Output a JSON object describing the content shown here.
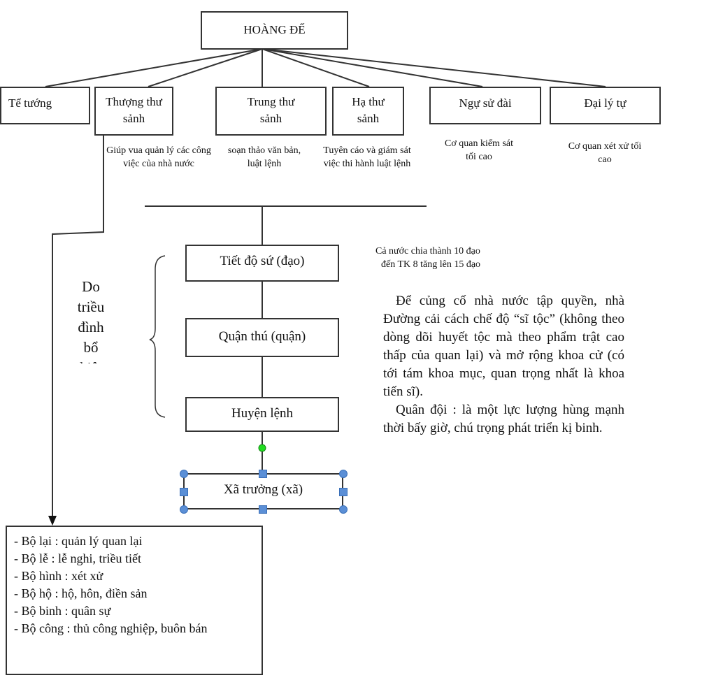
{
  "root": "HOÀNG ĐẾ",
  "departments": [
    {
      "name": "Tể tướng",
      "desc": ""
    },
    {
      "name": "Thượng thư sảnh",
      "desc": "Giúp vua quản lý các công việc của nhà nước"
    },
    {
      "name": "Trung thư sảnh",
      "desc": "soạn thảo văn bản, luật lệnh"
    },
    {
      "name": "Hạ thư sảnh",
      "desc": "Tuyên cáo và giám sát việc thi hành luật lệnh"
    },
    {
      "name": "Ngự sử đài",
      "desc": "Cơ quan kiểm sát tối cao"
    },
    {
      "name": "Đại lý tự",
      "desc": "Cơ quan xét xử tối cao"
    }
  ],
  "local_levels": [
    "Tiết độ sứ (đạo)",
    "Quận thú (quận)",
    "Huyện lệnh",
    "Xã trưởng (xã)"
  ],
  "appointed_note": "Do triều đình bổ nhiệm",
  "dao_note": [
    "Cả nước chia thành 10 đạo",
    "đến TK 8 tăng lên 15 đạo"
  ],
  "paragraphs": [
    "Để củng cố nhà nước tập quyền, nhà Đường cải cách chế độ “sĩ tộc” (không theo dòng dõi huyết tộc mà theo phẩm trật cao thấp của quan lại) và mở rộng khoa cử (có tới tám khoa mục, quan trọng nhất là khoa tiến sĩ).",
    "Quân đội : là một lực lượng hùng mạnh thời bấy giờ, chú trọng phát triển kị binh."
  ],
  "ministries": [
    "- Bộ lại : quản lý quan lại",
    "- Bộ lễ : lễ nghi, triều tiết",
    "- Bộ hình : xét xử",
    "- Bộ hộ : hộ, hôn, điền sản",
    "- Bộ binh : quân sự",
    "- Bộ công : thủ công nghiệp, buôn bán"
  ]
}
